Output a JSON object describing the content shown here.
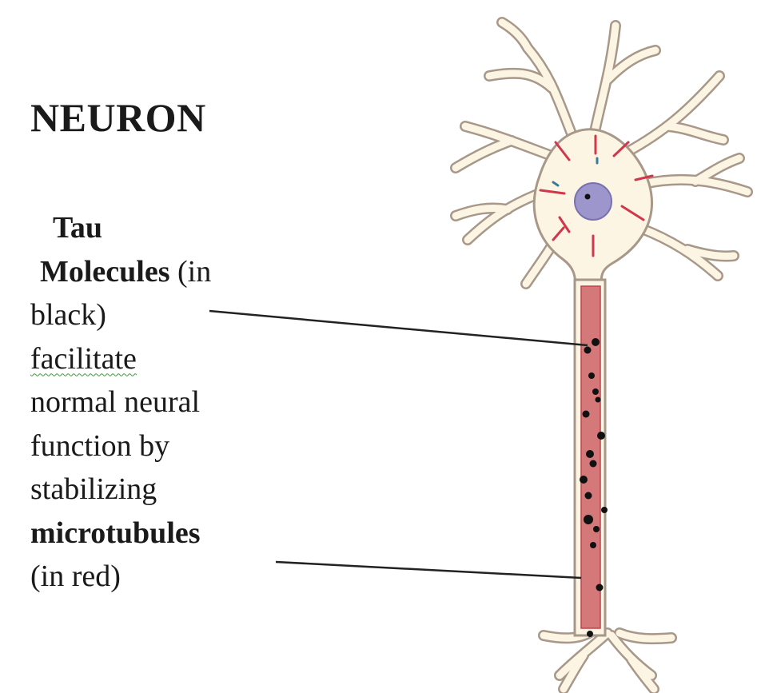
{
  "title": "NEURON",
  "caption": {
    "l1": "Tau",
    "l2_bold": "Molecules",
    "l2_rest": " (in",
    "l3": "black)",
    "l4": "facilitate",
    "l5": "normal neural",
    "l6": "function by",
    "l7": "stabilizing",
    "l8": "microtubules",
    "l9": "(in red)"
  },
  "colors": {
    "cell_fill": "#fdf5e4",
    "cell_outline": "#a8988a",
    "microtubule": "#d4787a",
    "microtubule_stroke": "#c0444c",
    "tau": "#111111",
    "nucleus": "#9d96cc",
    "pointer_line": "#222222"
  }
}
